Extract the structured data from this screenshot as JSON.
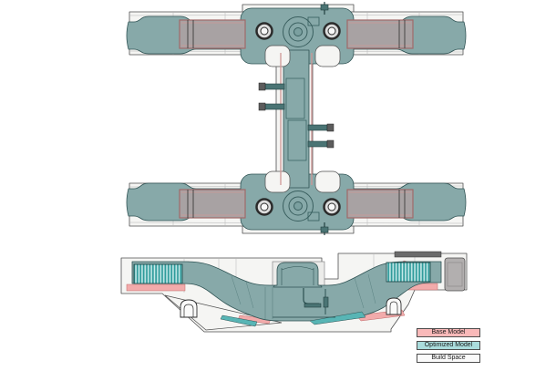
{
  "legend": {
    "items": [
      {
        "label": "Base Model",
        "swatch": "#f9b9b9"
      },
      {
        "label": "Optimized Model",
        "swatch": "#aadddd"
      },
      {
        "label": "Build Space",
        "swatch": "#fafafa"
      }
    ]
  },
  "colors": {
    "base_model": "#f2abab",
    "base_model_edge": "#c06868",
    "base_model_line": "#cf9696",
    "optimized_model": "#87a9a9",
    "optimized_model_dark": "#2f5354",
    "optimized_bright": "#58b5b5",
    "hatch_fill": "#c8eaea",
    "hatch_line": "#2f9b9b",
    "build_space": "#f5f5f3",
    "outline": "#4f4f4f",
    "base_gray": "#a8a2a3",
    "detail_dark": "#4a7474",
    "legend_border": "#4d4d4d"
  }
}
